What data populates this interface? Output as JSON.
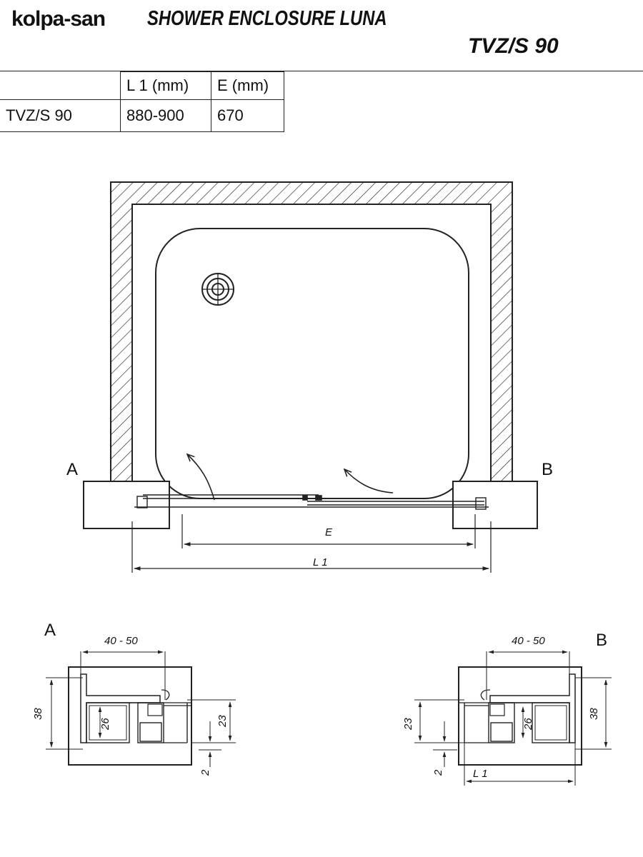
{
  "header": {
    "brand": "kolpa-san",
    "title": "SHOWER ENCLOSURE LUNA",
    "model": "TVZ/S 90"
  },
  "spec_table": {
    "columns": [
      "",
      "L 1 (mm)",
      "E (mm)"
    ],
    "rows": [
      {
        "model": "TVZ/S 90",
        "l1": "880-900",
        "e": "670"
      }
    ]
  },
  "plan": {
    "label_left": "A",
    "label_right": "B",
    "dim_e": "E",
    "dim_l1": "L 1"
  },
  "detail_a": {
    "label": "A",
    "dim_width": "40 - 50",
    "dim_height": "38",
    "dim_inner": "26",
    "dim_offset": "23",
    "dim_gap": "2"
  },
  "detail_b": {
    "label": "B",
    "dim_width": "40 - 50",
    "dim_height": "38",
    "dim_inner": "26",
    "dim_offset": "23",
    "dim_gap": "2",
    "dim_l1": "L 1"
  }
}
